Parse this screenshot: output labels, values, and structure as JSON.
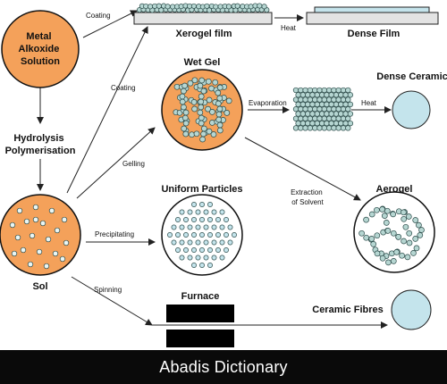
{
  "nodes": {
    "metal_alkoxide": [
      "Metal",
      "Alkoxide",
      "Solution"
    ],
    "hydrolysis": [
      "Hydrolysis",
      "Polymerisation"
    ],
    "sol": "Sol",
    "xerogel_film": "Xerogel film",
    "dense_film": "Dense Film",
    "wet_gel": "Wet Gel",
    "dense_ceramic": "Dense Ceramic",
    "uniform_particles": "Uniform Particles",
    "aerogel": "Aerogel",
    "furnace": "Furnace",
    "ceramic_fibres": "Ceramic Fibres"
  },
  "edges": {
    "coating_top": "Coating",
    "coating_mid": "Coating",
    "heat_film": "Heat",
    "evaporation": "Evaporation",
    "heat_ceramic": "Heat",
    "gelling": "Gelling",
    "extraction": [
      "Extraction",
      "of Solvent"
    ],
    "precipitating": "Precipitating",
    "spinning": "Spinning"
  },
  "colors": {
    "orange": "#F4A15A",
    "bead": "#B6D6D2",
    "ceramic": "#C4E4EC",
    "film_blue": "#C5E4EC",
    "substrate": "#E3E3E3",
    "furnace": "#000000",
    "footer_bg": "#0A0A0A"
  },
  "footer": {
    "text": "Abadis Dictionary"
  }
}
